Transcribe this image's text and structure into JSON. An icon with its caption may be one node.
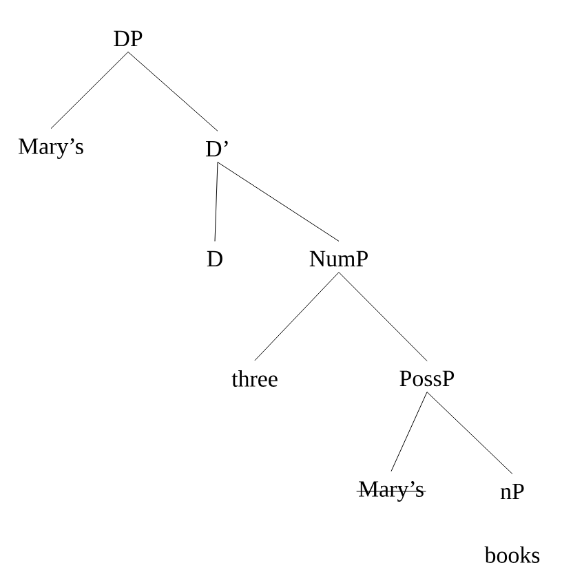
{
  "diagram": {
    "nodes": [
      {
        "text": [
          "DP"
        ]
      },
      {
        "text": [
          "Mary’s"
        ]
      },
      {
        "text": [
          "D’"
        ]
      },
      {
        "text": [
          "D"
        ]
      },
      {
        "text": [
          "NumP"
        ]
      },
      {
        "text": [
          "three"
        ]
      },
      {
        "text": [
          "PossP"
        ]
      },
      {
        "text": [
          "Mary’s"
        ]
      },
      {
        "text": [
          "nP"
        ]
      }
    ],
    "edges": [
      {
        "from": 0,
        "to": 1,
        "arrow": "none"
      },
      {
        "from": 0,
        "to": 2,
        "arrow": "none"
      },
      {
        "from": 2,
        "to": 3,
        "arrow": "none"
      },
      {
        "from": 2,
        "to": 4,
        "arrow": "none"
      },
      {
        "from": 4,
        "to": 5,
        "arrow": "none"
      },
      {
        "from": 4,
        "to": 6,
        "arrow": "none"
      },
      {
        "from": 6,
        "to": 7,
        "arrow": "none"
      },
      {
        "from": 6,
        "to": 8,
        "arrow": "none"
      }
    ],
    "labels": [
      "books"
    ]
  }
}
